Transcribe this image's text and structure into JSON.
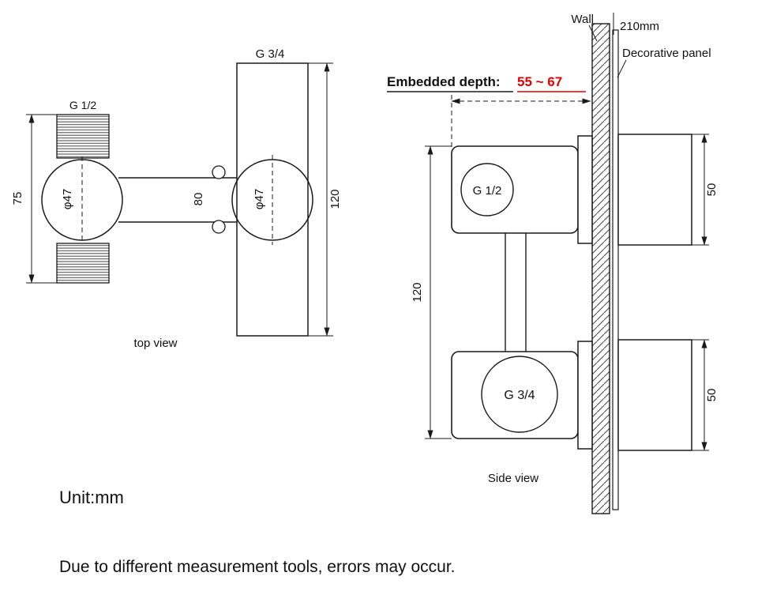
{
  "colors": {
    "ink": "#1a1a1a",
    "red": "#e60000",
    "background": "#ffffff"
  },
  "top_view": {
    "pipe_label": "G 3/4",
    "thread_label": "G 1/2",
    "dim_height": "120",
    "dim_width": "75",
    "dim_centers": "80",
    "dia_left": "φ47",
    "dia_right": "φ47",
    "caption": "top view"
  },
  "side_view": {
    "wall_label": "Wall",
    "wall_thickness": "210mm",
    "panel_label": "Decorative panel",
    "depth_label": "Embedded depth:",
    "depth_value": "55 ~ 67",
    "port_top": "G 1/2",
    "port_bottom": "G 3/4",
    "dim_span": "120",
    "dim_knob_top": "50",
    "dim_knob_bottom": "50",
    "caption": "Side view"
  },
  "footer": {
    "unit": "Unit:mm",
    "note": "Due to different measurement tools, errors may occur."
  }
}
